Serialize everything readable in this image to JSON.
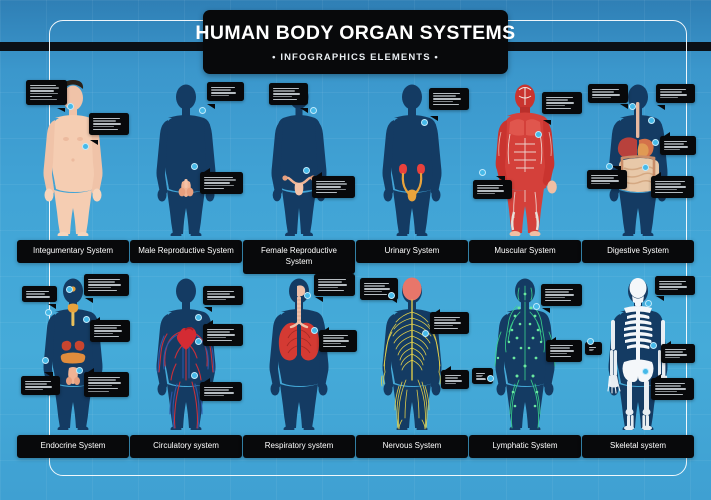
{
  "header": {
    "title": "HUMAN BODY ORGAN SYSTEMS",
    "subtitle": "• INFOGRAPHICS ELEMENTS •"
  },
  "theme": {
    "background_top": "#2f7fb5",
    "background_mid": "#41a4d6",
    "plate_background": "#08090b",
    "plate_text": "#ffffff",
    "dot_accent": "#46b9e8",
    "frame_border": "#ffffff"
  },
  "rows": [
    {
      "name": "row-1",
      "panels": [
        {
          "id": "integumentary",
          "label": "Integumentary System",
          "figure": "skin-body",
          "callouts": 2
        },
        {
          "id": "male-reproductive",
          "label": "Male Reproductive System",
          "figure": "male-reproductive-body",
          "callouts": 2
        },
        {
          "id": "female-reproductive",
          "label": "Female Reproductive System",
          "figure": "female-reproductive-body",
          "callouts": 2
        },
        {
          "id": "urinary",
          "label": "Urinary System",
          "figure": "urinary-body",
          "callouts": 1
        },
        {
          "id": "muscular",
          "label": "Muscular System",
          "figure": "muscular-body",
          "callouts": 2
        },
        {
          "id": "digestive",
          "label": "Digestive System",
          "figure": "digestive-body",
          "callouts": 4
        }
      ]
    },
    {
      "name": "row-2",
      "panels": [
        {
          "id": "endocrine",
          "label": "Endocrine System",
          "figure": "endocrine-body",
          "callouts": 4
        },
        {
          "id": "circulatory",
          "label": "Circulatory system",
          "figure": "circulatory-body",
          "callouts": 3
        },
        {
          "id": "respiratory",
          "label": "Respiratory system",
          "figure": "respiratory-body",
          "callouts": 2
        },
        {
          "id": "nervous",
          "label": "Nervous System",
          "figure": "nervous-body",
          "callouts": 3
        },
        {
          "id": "lymphatic",
          "label": "Lymphatic System",
          "figure": "lymphatic-body",
          "callouts": 3
        },
        {
          "id": "skeletal",
          "label": "Skeletal system",
          "figure": "skeletal-body",
          "callouts": 3
        }
      ]
    }
  ]
}
